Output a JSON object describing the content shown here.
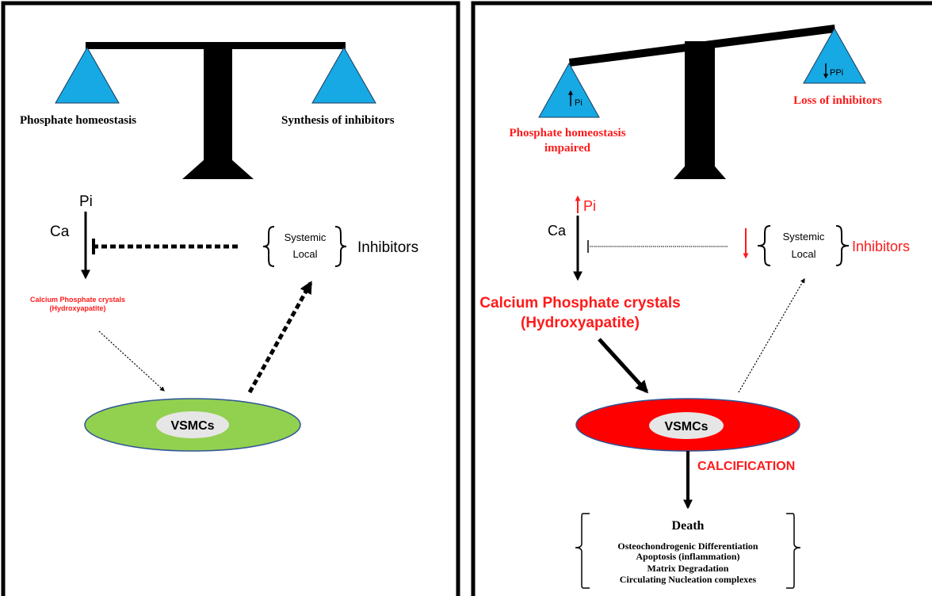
{
  "colors": {
    "triangle": "#17a9e3",
    "red": "#ff1a1a",
    "vsmc_normal": "#92d050",
    "vsmc_calcified": "#ff0000",
    "vsmc_label_bg": "#e6e6e6"
  },
  "left_panel": {
    "scale_left_label": "Phosphate homeostasis",
    "scale_right_label": "Synthesis of inhibitors",
    "pi": "Pi",
    "ca": "Ca",
    "crystals_line1": "Calcium Phosphate crystals",
    "crystals_line2": "(Hydroxyapatite)",
    "systemic": "Systemic",
    "local": "Local",
    "inhibitors": "Inhibitors",
    "vsmcs": "VSMCs"
  },
  "right_panel": {
    "triangle_left_text": "Pi",
    "triangle_right_text": "PPi",
    "scale_left_label_line1": "Phosphate homeostasis",
    "scale_left_label_line2": "impaired",
    "scale_right_label": "Loss of inhibitors",
    "pi": "Pi",
    "ca": "Ca",
    "crystals_line1": "Calcium Phosphate crystals",
    "crystals_line2": "(Hydroxyapatite)",
    "systemic": "Systemic",
    "local": "Local",
    "inhibitors": "Inhibitors",
    "vsmcs": "VSMCs",
    "calcification": "CALCIFICATION",
    "outcome_title": "Death",
    "outcomes": [
      "Osteochondrogenic Differentiation",
      "Apoptosis (inflammation)",
      "Matrix Degradation",
      "Circulating Nucleation complexes"
    ]
  }
}
